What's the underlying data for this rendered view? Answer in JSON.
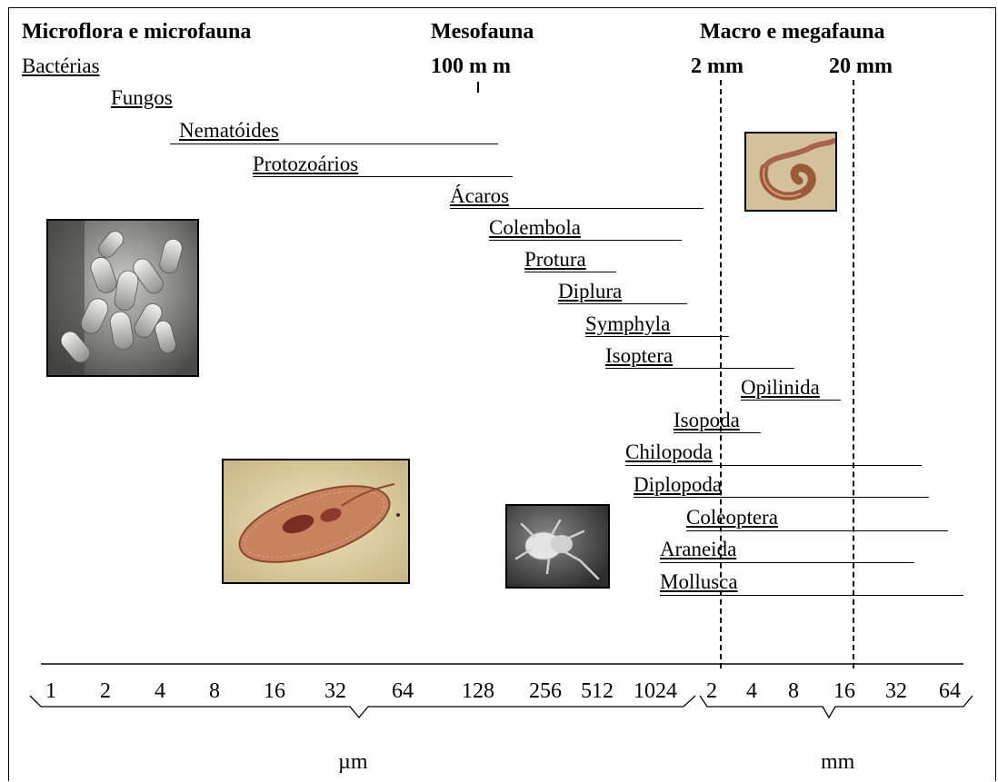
{
  "headers": {
    "micro": "Microflora e  microfauna",
    "meso": "Mesofauna",
    "macro": "Macro e  megafauna"
  },
  "size_markers": {
    "bacterias": "Bactérias",
    "um100": "100",
    "um_unit": "m m",
    "mm2": "2 mm",
    "mm20": "20 mm"
  },
  "taxa": [
    "Fungos",
    "Nematóides",
    "Protozoários",
    "Ácaros",
    "Colembola",
    "Protura",
    "Diplura",
    "Symphyla",
    "Isoptera",
    "Opilinida",
    "Isopoda",
    "Chilopoda",
    "Diplopoda",
    "Coleoptera",
    "Araneida",
    "Mollusca"
  ],
  "scale": {
    "um_ticks": [
      "1",
      "2",
      "4",
      "8",
      "16",
      "32",
      "64",
      "128",
      "256",
      "512",
      "1024"
    ],
    "mm_ticks": [
      "2",
      "4",
      "8",
      "16",
      "32",
      "64"
    ],
    "um_label": "µm",
    "mm_label": "mm"
  },
  "images": {
    "bacteria": "bacteria-micrograph",
    "worm": "earthworm-photo",
    "paramecium": "ciliate-protozoan-photo",
    "mite": "mite-micrograph"
  }
}
